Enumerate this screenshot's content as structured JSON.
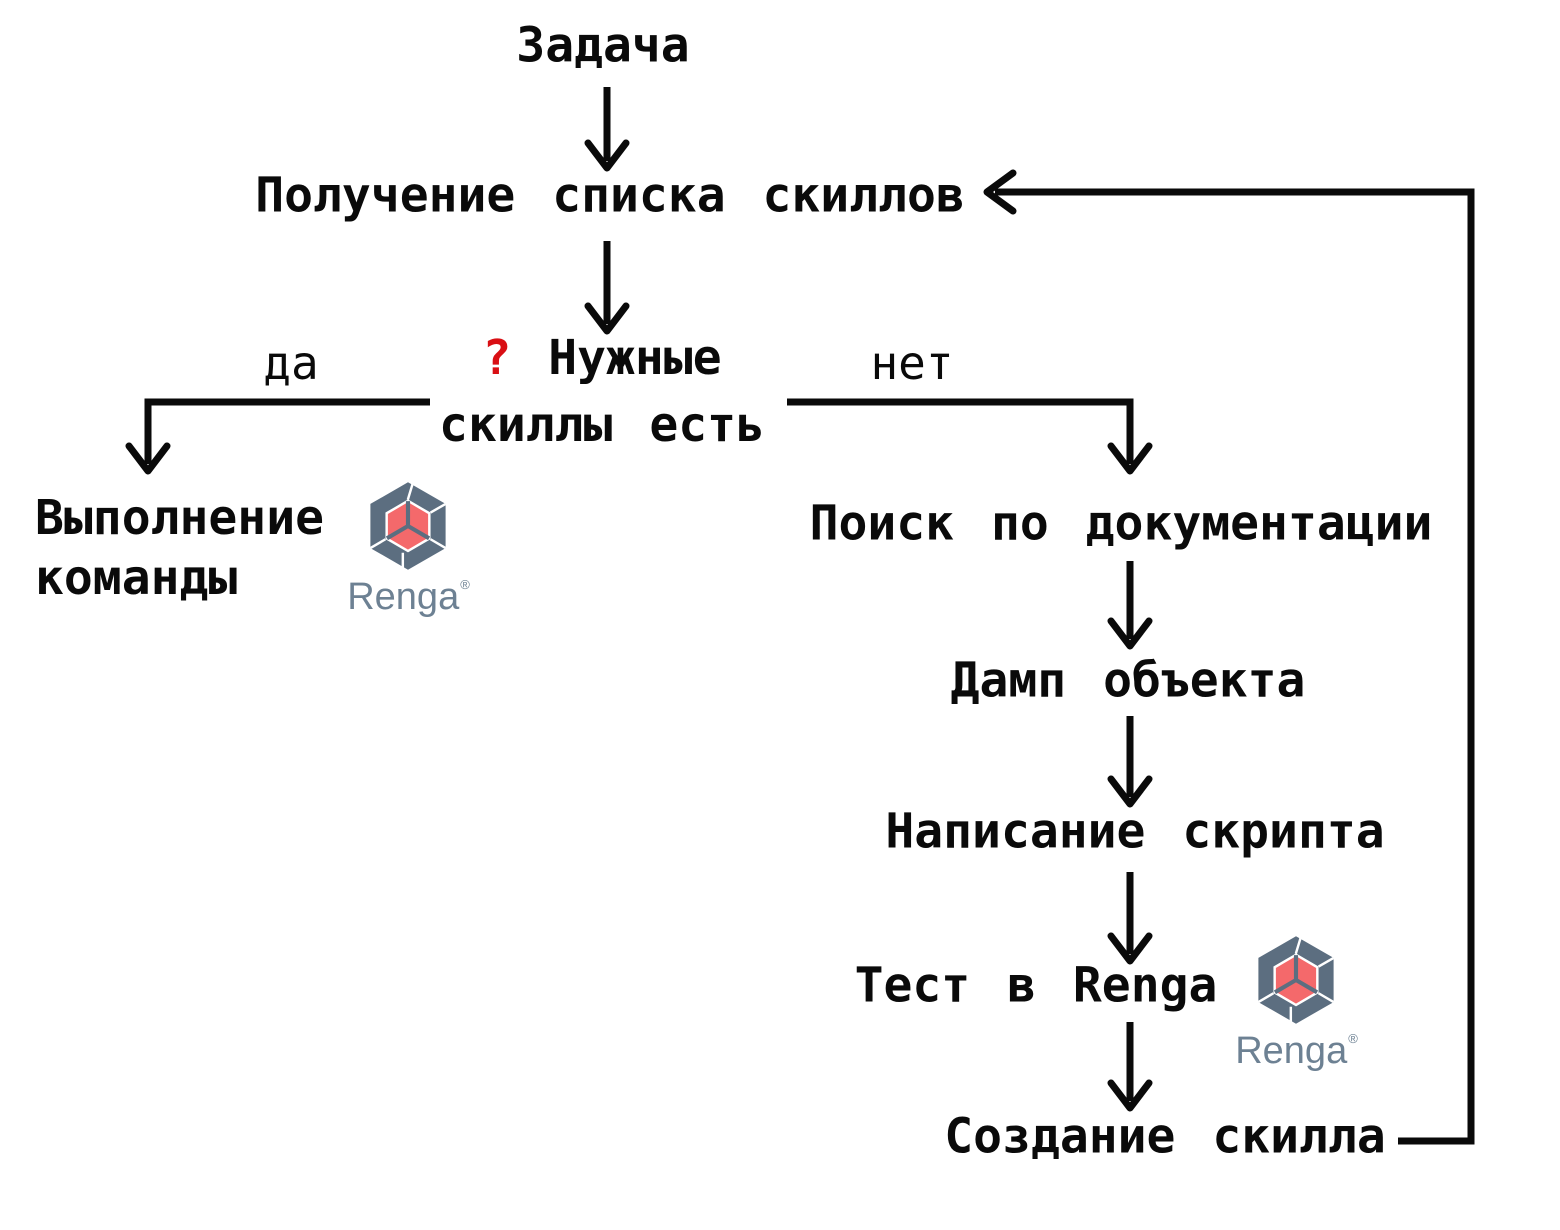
{
  "colors": {
    "ink": "#0a0a0a",
    "question": "#d90f14",
    "renga-slate": "#5c6e80",
    "renga-coral": "#f4696b",
    "renga-wordmark": "#6d8193",
    "bg": "#ffffff"
  },
  "flowchart": {
    "nodes": {
      "task": {
        "label": "Задача"
      },
      "get_skills": {
        "label": "Получение списка скиллов"
      },
      "decision": {
        "question_mark": "?",
        "line1": "Нужные",
        "line2": "скиллы есть"
      },
      "execute_command": {
        "line1": "Выполнение",
        "line2": "команды"
      },
      "search_docs": {
        "label": "Поиск по документации"
      },
      "dump_object": {
        "label": "Дамп объекта"
      },
      "write_script": {
        "label": "Написание скрипта"
      },
      "test_in_renga": {
        "label": "Тест в Renga"
      },
      "create_skill": {
        "label": "Создание скилла"
      }
    },
    "branch_labels": {
      "yes": "да",
      "no": "нет"
    },
    "edges": [
      {
        "from": "task",
        "to": "get_skills"
      },
      {
        "from": "get_skills",
        "to": "decision"
      },
      {
        "from": "decision",
        "to": "execute_command",
        "label": "да"
      },
      {
        "from": "decision",
        "to": "search_docs",
        "label": "нет"
      },
      {
        "from": "search_docs",
        "to": "dump_object"
      },
      {
        "from": "dump_object",
        "to": "write_script"
      },
      {
        "from": "write_script",
        "to": "test_in_renga"
      },
      {
        "from": "test_in_renga",
        "to": "create_skill"
      },
      {
        "from": "create_skill",
        "to": "get_skills",
        "type": "loop-back"
      }
    ]
  },
  "logo": {
    "wordmark": "Renga",
    "registered_mark": "®"
  }
}
